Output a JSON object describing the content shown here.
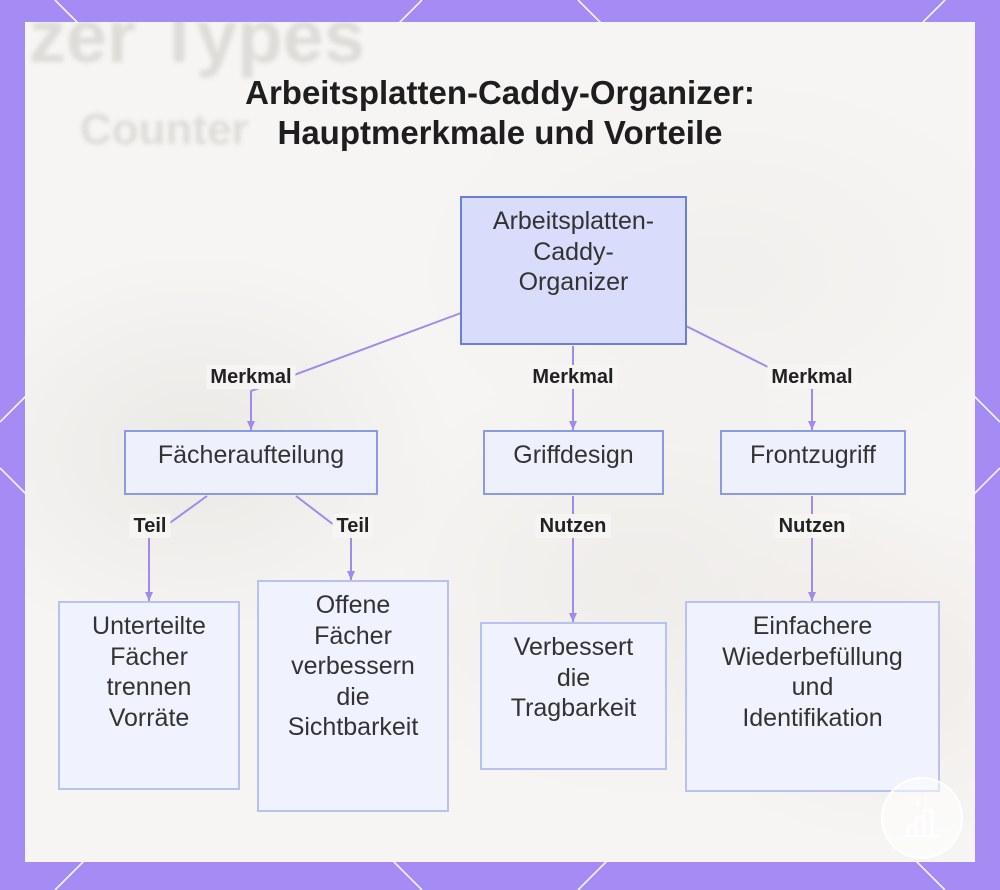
{
  "title": "Arbeitsplatten-Caddy-Organizer: Hauptmerkmale und Vorteile",
  "background_text": {
    "word_1": "zer Types",
    "word_2": "Counter"
  },
  "diagram": {
    "root": {
      "label": "Arbeitsplatten-Caddy-Organizer",
      "children": [
        {
          "edge_label": "Merkmal",
          "label": "Fächeraufteilung",
          "children": [
            {
              "edge_label": "Teil",
              "label": "Unterteilte Fächer trennen Vorräte"
            },
            {
              "edge_label": "Teil",
              "label": "Offene Fächer verbessern die Sichtbarkeit"
            }
          ]
        },
        {
          "edge_label": "Merkmal",
          "label": "Griffdesign",
          "children": [
            {
              "edge_label": "Nutzen",
              "label": "Verbessert die Tragbarkeit"
            }
          ]
        },
        {
          "edge_label": "Merkmal",
          "label": "Frontzugriff",
          "children": [
            {
              "edge_label": "Nutzen",
              "label": "Einfachere Wiederbefüllung und Identifikation"
            }
          ]
        }
      ]
    }
  },
  "colors": {
    "frame": "#a58cf4",
    "panel": "#f6f5f3",
    "title": "#1e1e1e",
    "text": "#333333",
    "edge_label": "#222222",
    "edge": "#a08bec",
    "root_fill": "#d9dcfa",
    "root_border": "#6c7fd6",
    "mid_fill": "#eef0fc",
    "mid_border": "#8b9be0",
    "leaf_fill": "#f0f2fd",
    "leaf_border": "#b8c2ee"
  }
}
